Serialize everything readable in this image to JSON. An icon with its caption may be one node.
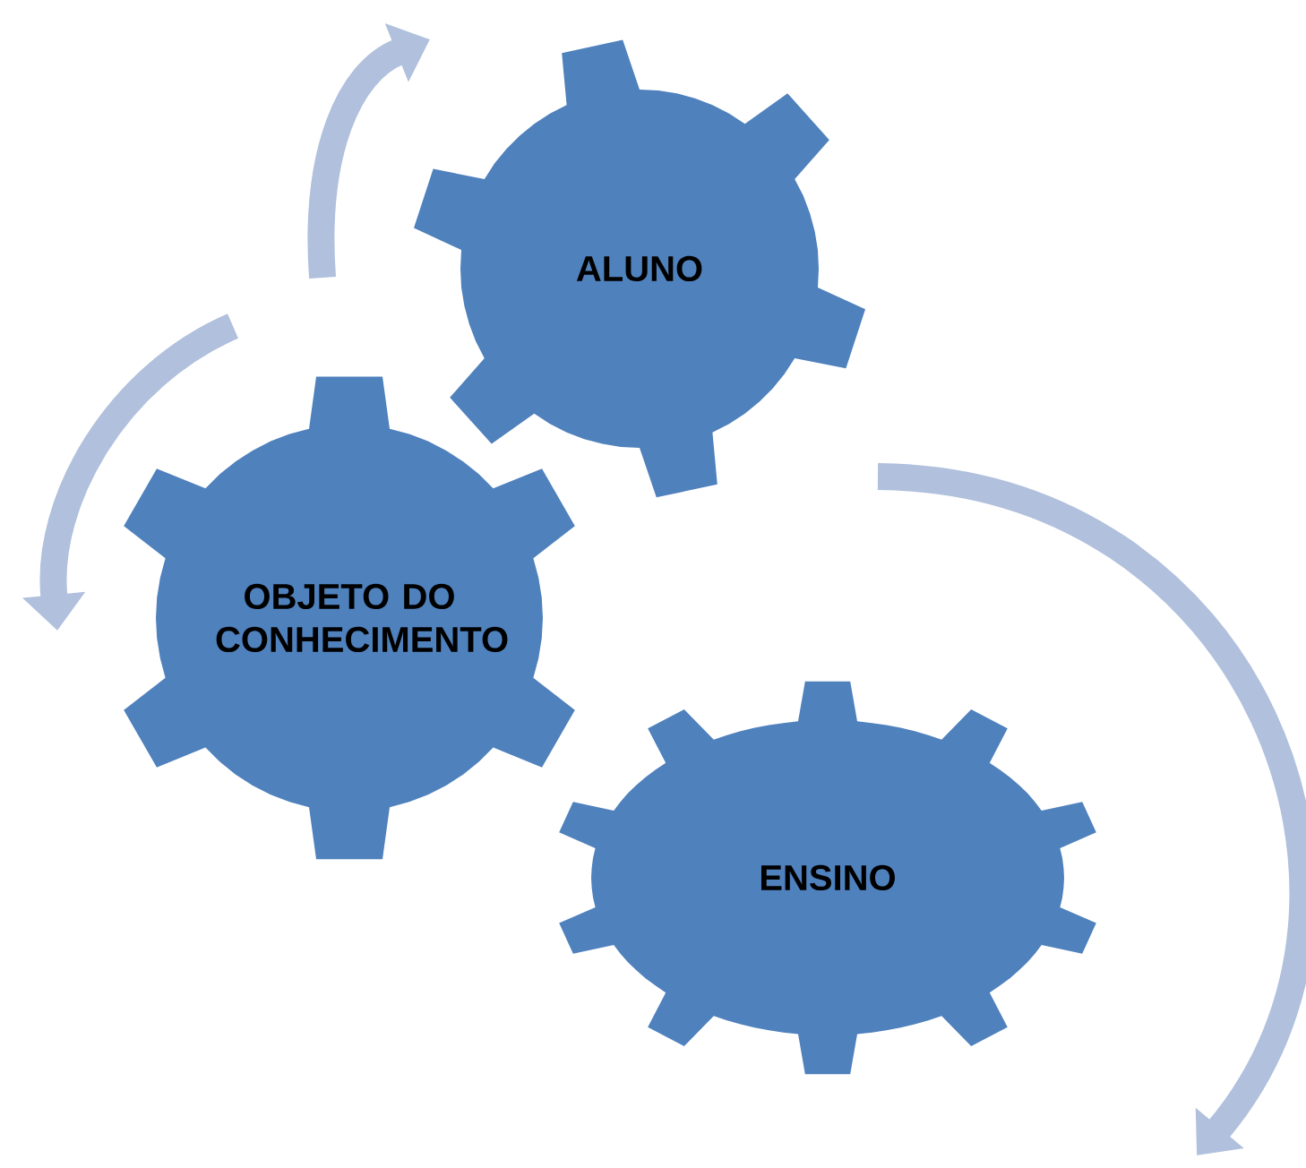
{
  "diagram": {
    "nodes": [
      {
        "text": [
          "ALUNO"
        ]
      },
      {
        "text": [
          "OBJETO DO CONHECIMENTO"
        ]
      },
      {
        "text": [
          "ENSINO"
        ]
      }
    ]
  }
}
